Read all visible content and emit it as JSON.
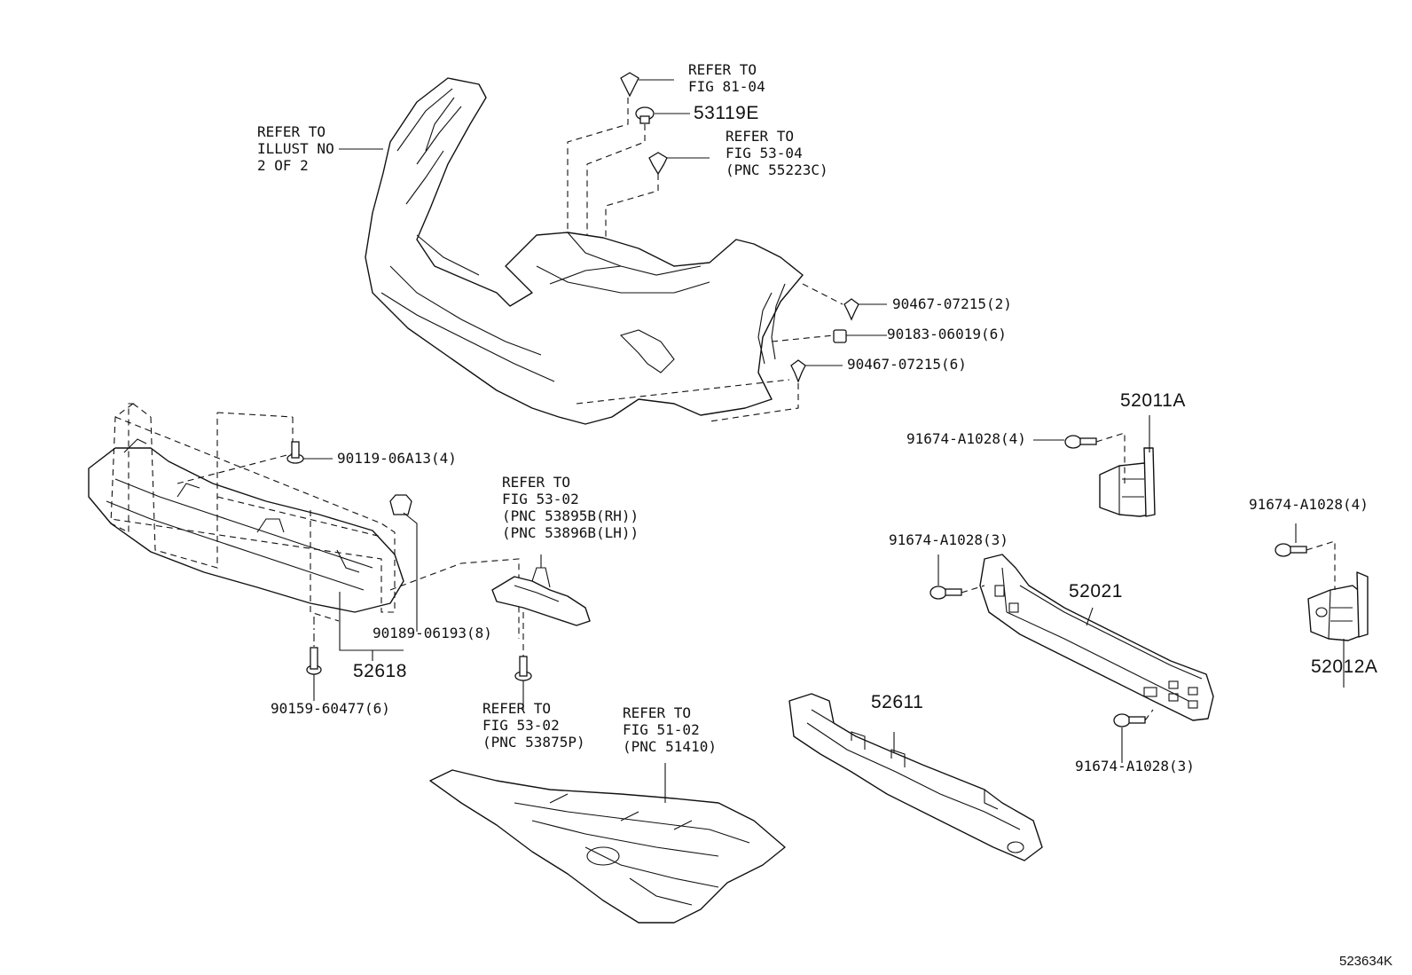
{
  "labels": {
    "refer_illust": "REFER TO\nILLUST NO\n2 OF 2",
    "refer_fig_81_04": "REFER TO\nFIG 81-04",
    "pn_53119E": "53119E",
    "refer_fig_53_04": "REFER TO\nFIG 53-04\n(PNC 55223C)",
    "pn_90467_07215_2": "90467-07215(2)",
    "pn_90183_06019_6": "90183-06019(6)",
    "pn_90467_07215_6": "90467-07215(6)",
    "pn_90119_06A13_4": "90119-06A13(4)",
    "refer_fig_53_02_top": "REFER TO\nFIG 53-02\n(PNC 53895B(RH))\n(PNC 53896B(LH))",
    "pn_90189_06193_8": "90189-06193(8)",
    "pn_52618": "52618",
    "pn_90159_60477_6": "90159-60477(6)",
    "refer_fig_53_02_bottom": "REFER TO\nFIG 53-02\n(PNC 53875P)",
    "refer_fig_51_02": "REFER TO\nFIG 51-02\n(PNC 51410)",
    "pn_52011A": "52011A",
    "pn_91674_A1028_4_left": "91674-A1028(4)",
    "pn_91674_A1028_3_top": "91674-A1028(3)",
    "pn_52021": "52021",
    "pn_91674_A1028_4_right": "91674-A1028(4)",
    "pn_52012A": "52012A",
    "pn_52611": "52611",
    "pn_91674_A1028_3_bottom": "91674-A1028(3)",
    "illustration_id": "523634K"
  }
}
